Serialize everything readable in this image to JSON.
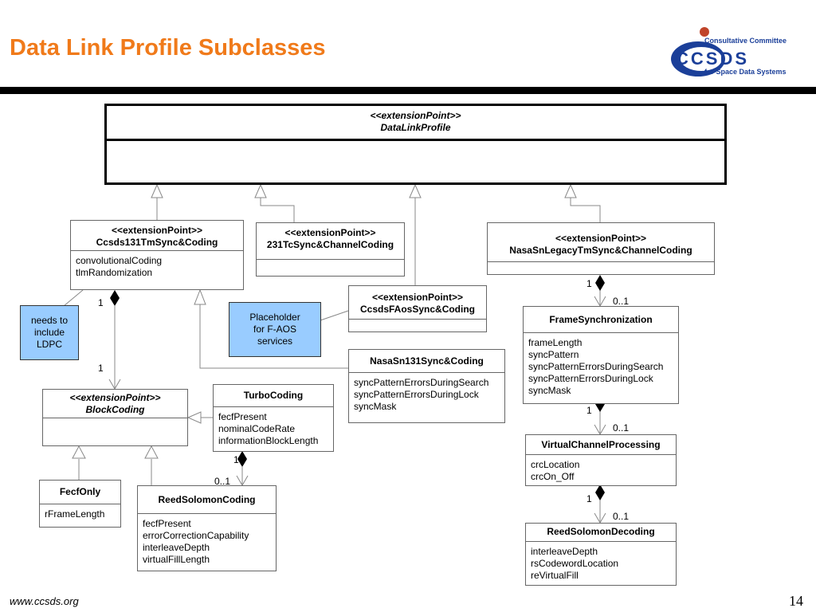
{
  "title": "Data Link Profile Subclasses",
  "logo": {
    "line1": "Consultative Committee",
    "wordmark": "CCSDS",
    "line2": "for Space Data Systems"
  },
  "boxes": {
    "dlp": {
      "stereotype": "<<extensionPoint>>",
      "name": "DataLinkProfile",
      "attrs": []
    },
    "c131": {
      "stereotype": "<<extensionPoint>>",
      "name": "Ccsds131TmSync&Coding",
      "attrs": [
        "convolutionalCoding",
        "tlmRandomization"
      ]
    },
    "tc231": {
      "stereotype": "<<extensionPoint>>",
      "name": "231TcSync&ChannelCoding",
      "attrs": []
    },
    "nasaleg": {
      "stereotype": "<<extensionPoint>>",
      "name": "NasaSnLegacyTmSync&ChannelCoding",
      "attrs": []
    },
    "faos": {
      "stereotype": "<<extensionPoint>>",
      "name": "CcsdsFAosSync&Coding",
      "attrs": []
    },
    "nasa131": {
      "name": "NasaSn131Sync&Coding",
      "attrs": [
        "syncPatternErrorsDuringSearch",
        "syncPatternErrorsDuringLock",
        "syncMask"
      ]
    },
    "frame": {
      "name": "FrameSynchronization",
      "attrs": [
        "frameLength",
        "syncPattern",
        "syncPatternErrorsDuringSearch",
        "syncPatternErrorsDuringLock",
        "syncMask"
      ]
    },
    "vcp": {
      "name": "VirtualChannelProcessing",
      "attrs": [
        "crcLocation",
        "crcOn_Off"
      ]
    },
    "rsdec": {
      "name": "ReedSolomonDecoding",
      "attrs": [
        "interleaveDepth",
        "rsCodewordLocation",
        "reVirtualFill"
      ]
    },
    "block": {
      "stereotype": "<<extensionPoint>>",
      "name": "BlockCoding",
      "attrs": []
    },
    "turbo": {
      "name": "TurboCoding",
      "attrs": [
        "fecfPresent",
        "nominalCodeRate",
        "informationBlockLength"
      ]
    },
    "fecf": {
      "name": "FecfOnly",
      "attrs": [
        "rFrameLength"
      ]
    },
    "rscod": {
      "name": "ReedSolomonCoding",
      "attrs": [
        "fecfPresent",
        "errorCorrectionCapability",
        "interleaveDepth",
        "virtualFillLength"
      ]
    }
  },
  "notes": {
    "ldpc": [
      "needs to",
      "include",
      "LDPC"
    ],
    "faos": [
      "Placeholder",
      "for F-AOS",
      "services"
    ]
  },
  "multiplicities": {
    "c131_one": "1",
    "block_one": "1",
    "nasaleg_one": "1",
    "frame_top": "0..1",
    "frame_one": "1",
    "vcp_top": "0..1",
    "vcp_one": "1",
    "rsdec_top": "0..1",
    "turbo_one": "1",
    "rscod_top": "0..1"
  },
  "footer": {
    "url": "www.ccsds.org",
    "page": "14"
  }
}
